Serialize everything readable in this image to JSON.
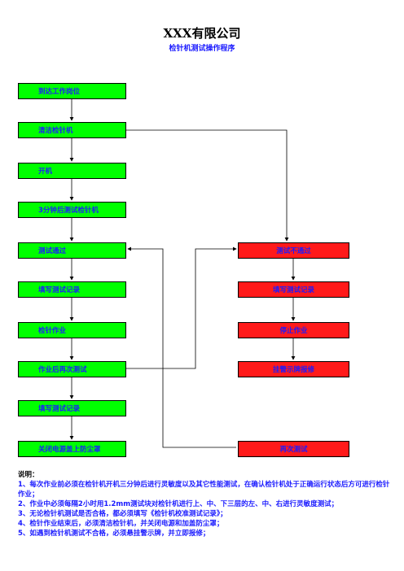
{
  "title": "XXX有限公司",
  "subtitle": "检针机测试操作程序",
  "left_steps": [
    "到达工作岗位",
    "清洁检针机",
    "开机",
    "3分钟后测试检针机",
    "测试通过",
    "填写测试记录",
    "检针作业",
    "作业后再次测试",
    "填写测试记录",
    "关闭电源盖上防尘罩"
  ],
  "right_steps": [
    "测试不通过",
    "填写测试记录",
    "停止作业",
    "挂警示牌报修",
    "再次测试"
  ],
  "notes": {
    "heading": "说明：",
    "items": [
      "1、每次作业前必须在检针机开机三分钟后进行灵敏度以及其它性能测试，在确认检针机处于正确运行状态后方可进行检针作业；",
      "2、作业中必须每隔2小时用1.2mm测试块对检针机进行上、中、下三层的左、中、右进行灵敏度测试；",
      "3、无论检针机测试是否合格，都必须填写《检针机校准测试记录》；",
      "4、检针作业结束后，必须清洁检针机，并关闭电源和加盖防尘罩；",
      "5、如遇到检针机测试不合格，必须悬挂警示牌，并立即报修；"
    ]
  },
  "colors": {
    "green_box": "#00ff00",
    "red_box": "#ff1a1a",
    "text_blue": "#1a1aff"
  }
}
